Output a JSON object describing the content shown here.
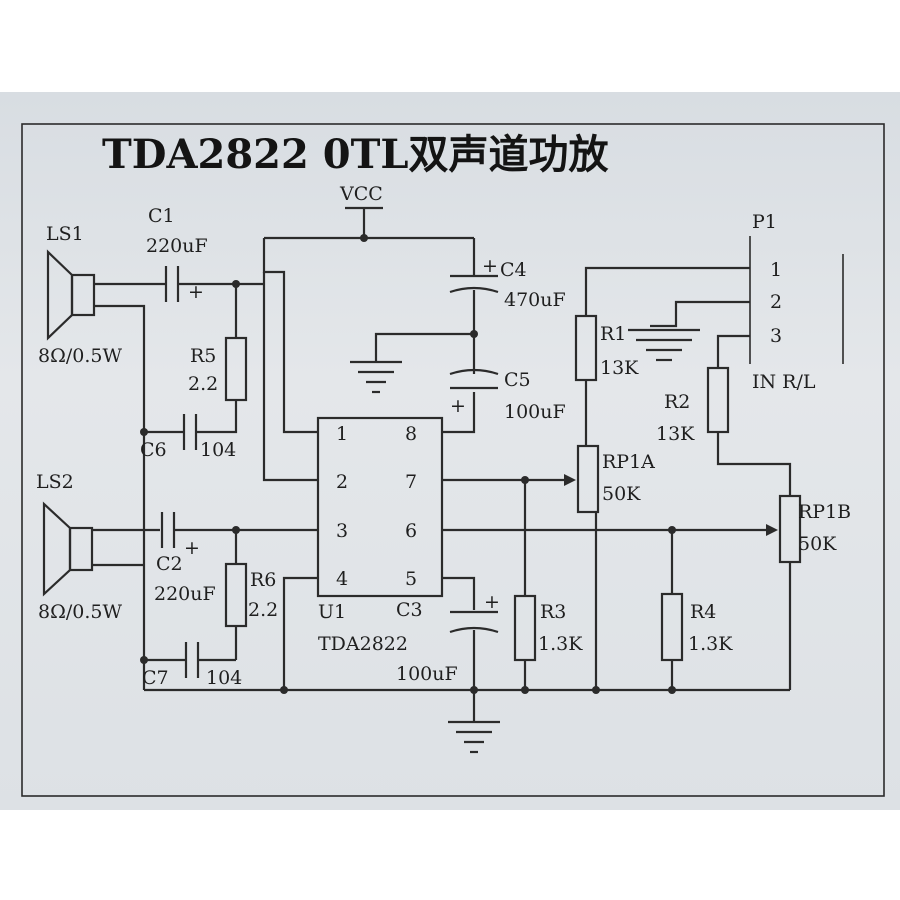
{
  "title": "TDA2822 0TL双声道功放",
  "colors": {
    "paper": "#dfe3e6",
    "ink": "#2b2b2b"
  },
  "labels": {
    "vcc": "VCC",
    "ls1": "LS1",
    "ls2": "LS2",
    "spk1_spec": "8Ω/0.5W",
    "spk2_spec": "8Ω/0.5W",
    "c1": "C1",
    "c1_val": "220uF",
    "c2": "C2",
    "c2_val": "220uF",
    "c3": "C3",
    "c3_val": "100uF",
    "c4": "C4",
    "c4_val": "470uF",
    "c5": "C5",
    "c5_val": "100uF",
    "c6": "C6",
    "c6_val": "104",
    "c7": "C7",
    "c7_val": "104",
    "r1": "R1",
    "r1_val": "13K",
    "r2": "R2",
    "r2_val": "13K",
    "r3": "R3",
    "r3_val": "1.3K",
    "r4": "R4",
    "r4_val": "1.3K",
    "r5": "R5",
    "r5_val": "2.2",
    "r6": "R6",
    "r6_val": "2.2",
    "rp1a": "RP1A",
    "rp1a_val": "50K",
    "rp1b": "RP1B",
    "rp1b_val": "50K",
    "p1": "P1",
    "p1_pin1": "1",
    "p1_pin2": "2",
    "p1_pin3": "3",
    "p1_in": "IN R/L",
    "u1": "U1",
    "u1_part": "TDA2822",
    "pin1": "1",
    "pin2": "2",
    "pin3": "3",
    "pin4": "4",
    "pin5": "5",
    "pin6": "6",
    "pin7": "7",
    "pin8": "8",
    "plus": "+"
  }
}
